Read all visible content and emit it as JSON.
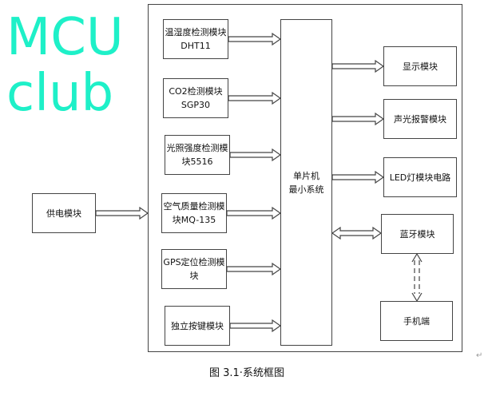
{
  "watermark": "MCUclub",
  "mcu": {
    "line1": "单片机",
    "line2": "最小系统"
  },
  "power": "供电模块",
  "inputs": [
    {
      "line1": "温湿度检测模块",
      "line2": "DHT11"
    },
    {
      "line1": "CO2检测模块",
      "line2": "SGP30"
    },
    {
      "line1": "光照强度检测模",
      "line2": "块5516"
    },
    {
      "line1": "空气质量检测模",
      "line2": "块MQ-135"
    },
    {
      "line1": "GPS定位检测模",
      "line2": "块"
    },
    {
      "line1": "独立按键模块",
      "line2": ""
    }
  ],
  "outputs": [
    "显示模块",
    "声光报警模块",
    "LED灯模块电路"
  ],
  "bluetooth": "蓝牙模块",
  "phone": "手机端",
  "caption": "图 3.1·系统框图",
  "paragraph_mark": "↵"
}
